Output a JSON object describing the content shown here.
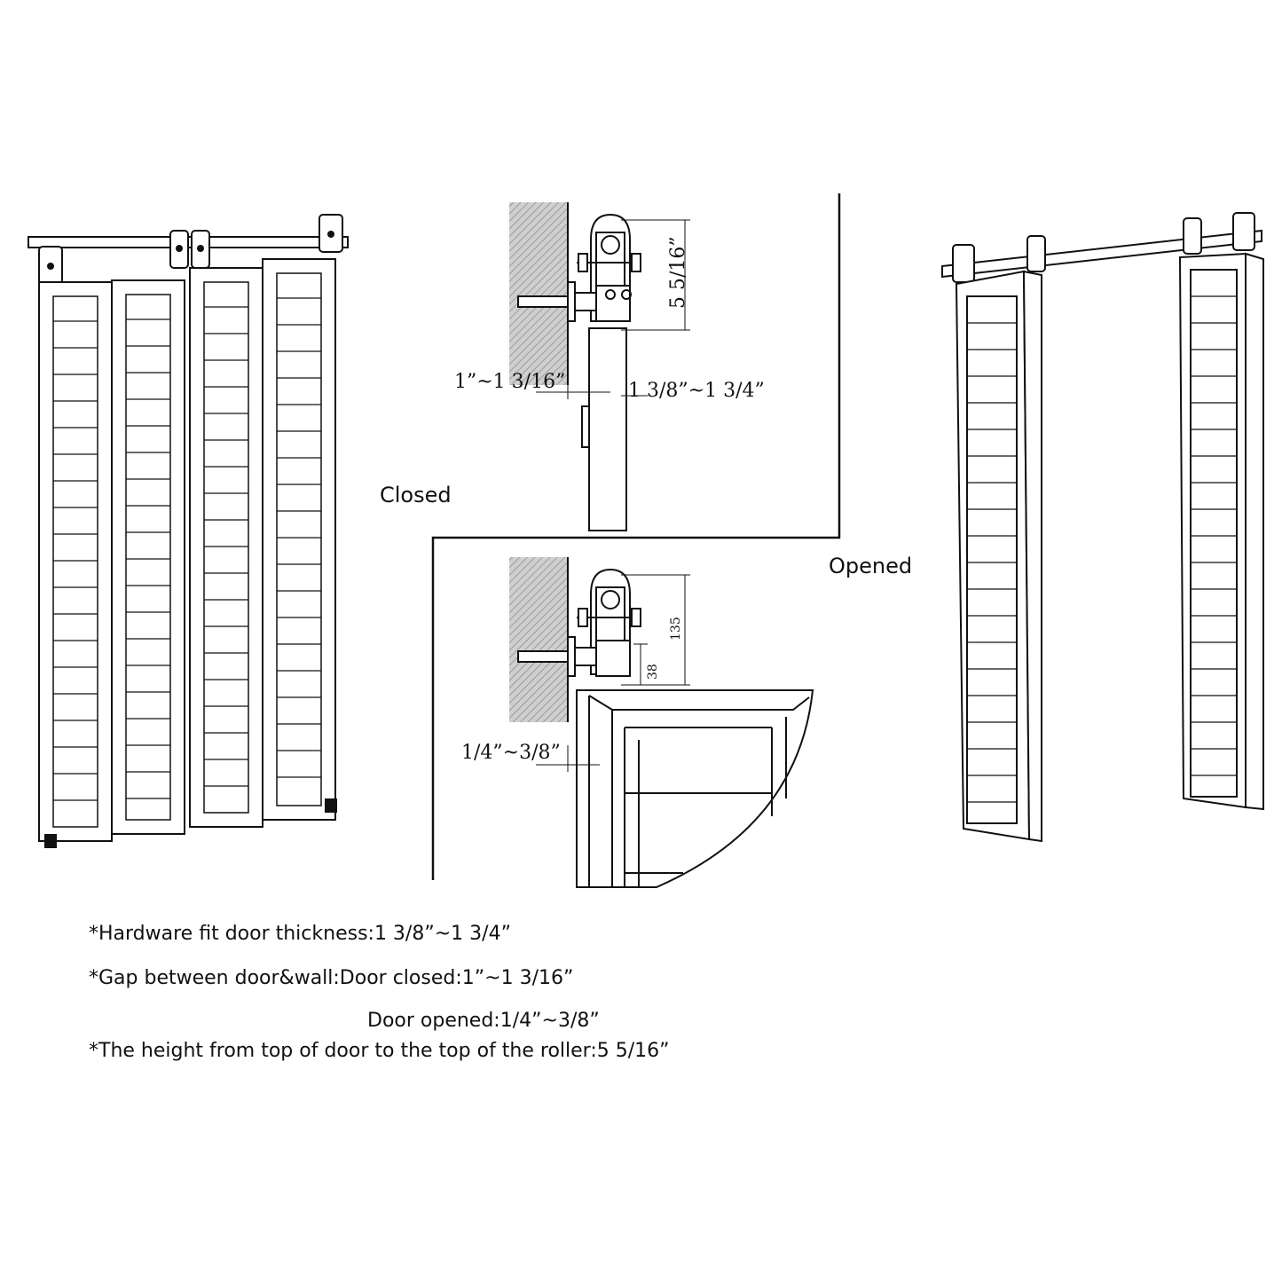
{
  "labels": {
    "closed": "Closed",
    "opened": "Opened"
  },
  "dimensions": {
    "roller_height_in": "5 5/16”",
    "closed_gap": "1”~1 3/16”",
    "door_thickness": "1 3/8”~1 3/4”",
    "opened_gap": "1/4”~3/8”",
    "roller_height_mm": "135",
    "bracket_mm": "38"
  },
  "notes": {
    "line1": "*Hardware fit door thickness:1 3/8”~1 3/4”",
    "line2": "*Gap between door&wall:Door closed:1”~1 3/16”",
    "line3": "Door opened:1/4”~3/8”",
    "line4": "*The height from top of door to the top of the roller:5 5/16”"
  }
}
